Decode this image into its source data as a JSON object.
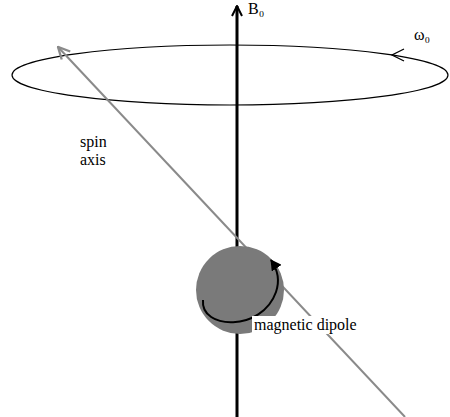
{
  "diagram": {
    "labels": [
      "B₀",
      "ω₀",
      "spin axis",
      "magnetic dipole"
    ]
  }
}
